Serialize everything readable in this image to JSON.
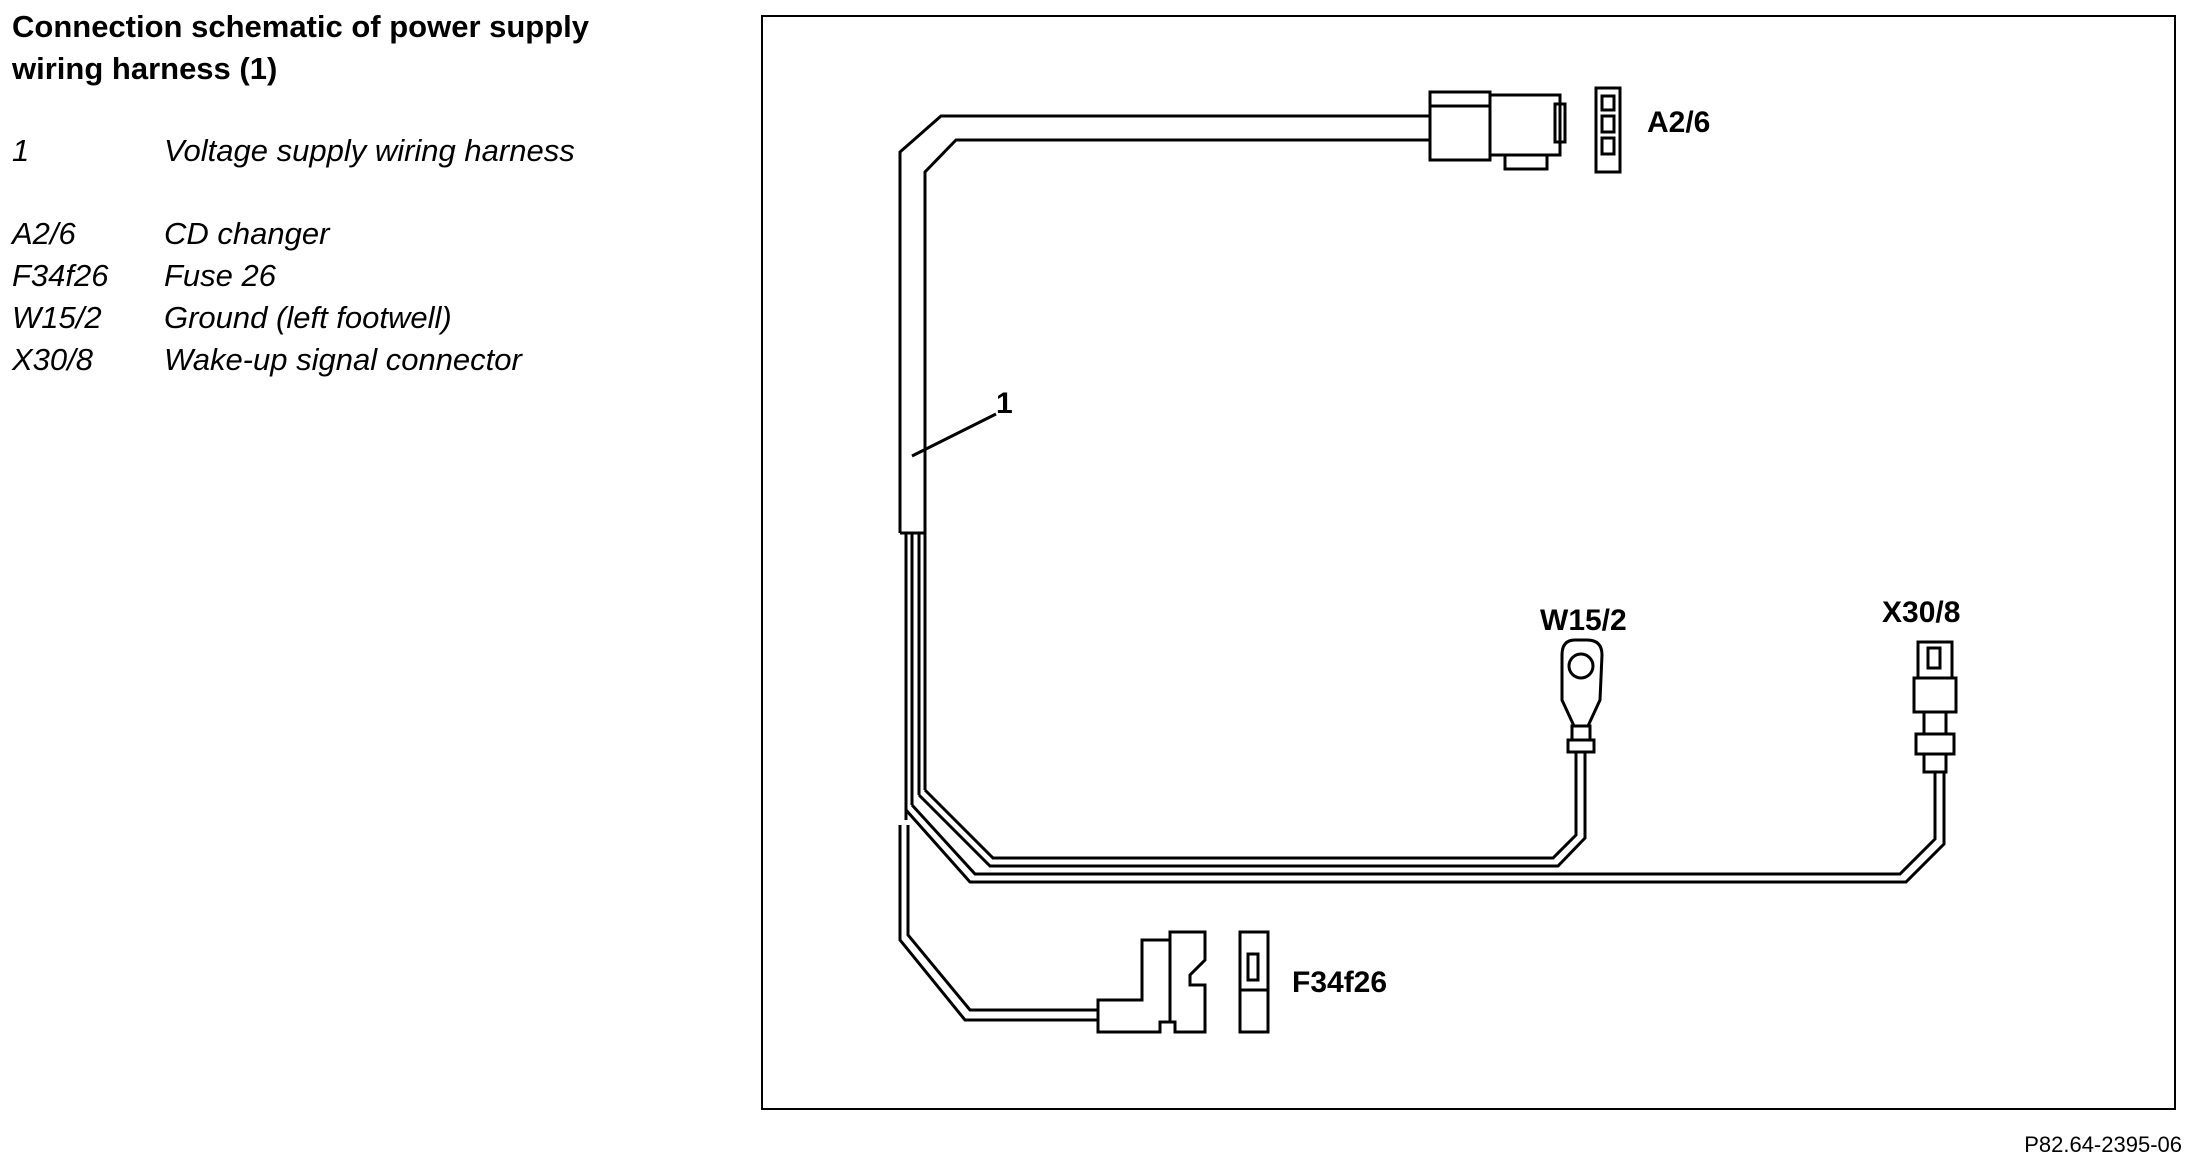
{
  "document": {
    "title_line1": "Connection schematic of power supply",
    "title_line2": "wiring harness (1)"
  },
  "legend": [
    {
      "code": "1",
      "description": "Voltage supply wiring harness"
    },
    {
      "code": "A2/6",
      "description": "CD changer"
    },
    {
      "code": "F34f26",
      "description": "Fuse 26"
    },
    {
      "code": "W15/2",
      "description": "Ground (left footwell)"
    },
    {
      "code": "X30/8",
      "description": "Wake-up signal connector"
    }
  ],
  "diagram": {
    "callout_harness": "1",
    "label_cd_changer": "A2/6",
    "label_ground": "W15/2",
    "label_wakeup": "X30/8",
    "label_fuse": "F34f26"
  },
  "figure_reference": "P82.64-2395-06"
}
